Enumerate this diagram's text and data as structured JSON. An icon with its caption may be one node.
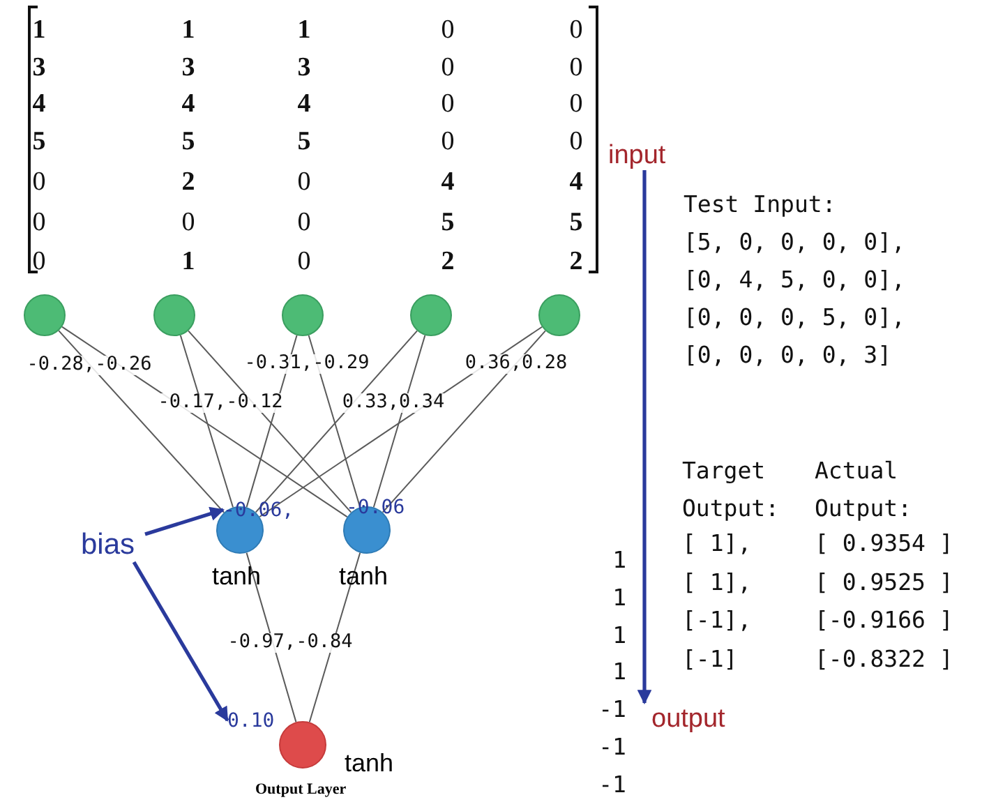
{
  "diagram": {
    "nodes": [
      {
        "text": [],
        "shape": "circle"
      },
      {
        "text": [],
        "shape": "circle"
      },
      {
        "text": [],
        "shape": "circle"
      },
      {
        "text": [],
        "shape": "circle"
      },
      {
        "text": [],
        "shape": "circle"
      },
      {
        "text": [],
        "shape": "circle",
        "beside": [
          "tanh"
        ]
      },
      {
        "text": [],
        "shape": "circle",
        "beside": [
          "tanh"
        ]
      },
      {
        "text": [],
        "shape": "circle",
        "beside": [
          "tanh",
          "Output Layer"
        ]
      },
      {
        "text": [
          "bias"
        ]
      },
      {
        "text": [
          "-0.06,"
        ]
      },
      {
        "text": [
          "0.10"
        ]
      },
      {
        "text": [
          "input"
        ]
      },
      {
        "text": [
          "output"
        ]
      }
    ],
    "edges": [
      {
        "from": 0,
        "to": 5,
        "arrow": "none"
      },
      {
        "from": 0,
        "to": 6,
        "arrow": "none"
      },
      {
        "from": 1,
        "to": 5,
        "arrow": "none"
      },
      {
        "from": 1,
        "to": 6,
        "arrow": "none"
      },
      {
        "from": 2,
        "to": 5,
        "arrow": "none"
      },
      {
        "from": 2,
        "to": 6,
        "arrow": "none"
      },
      {
        "from": 3,
        "to": 5,
        "arrow": "none"
      },
      {
        "from": 3,
        "to": 6,
        "arrow": "none"
      },
      {
        "from": 4,
        "to": 5,
        "arrow": "none"
      },
      {
        "from": 4,
        "to": 6,
        "arrow": "none"
      },
      {
        "from": 5,
        "to": 7,
        "arrow": "none"
      },
      {
        "from": 6,
        "to": 7,
        "arrow": "none"
      },
      {
        "from": 8,
        "to": 9,
        "arrow": "to",
        "style": "thick",
        "color": "#2a3a9c"
      },
      {
        "from": 8,
        "to": 10,
        "arrow": "to",
        "style": "thick",
        "color": "#2a3a9c"
      },
      {
        "from": 11,
        "to": 12,
        "arrow": "to",
        "style": "thick",
        "color": "#2a3a9c"
      }
    ],
    "labels": [
      "1",
      "1",
      "1",
      "0",
      "0",
      "3",
      "3",
      "3",
      "0",
      "0",
      "4",
      "4",
      "4",
      "0",
      "0",
      "5",
      "5",
      "5",
      "0",
      "0",
      "0",
      "2",
      "0",
      "4",
      "4",
      "0",
      "0",
      "0",
      "5",
      "5",
      "0",
      "1",
      "0",
      "2",
      "2",
      "-0.28,-0.26",
      "-0.31,-0.29",
      "0.36,0.28",
      "-0.17,-0.12",
      "0.33,0.34",
      "-0.06",
      "-0.97,-0.84",
      "Test Input:",
      "[5, 0, 0, 0, 0],",
      "[0, 4, 5, 0, 0],",
      "[0, 0, 0, 5, 0],",
      "[0, 0, 0, 0, 3]",
      "Target",
      "Actual",
      "Output:",
      "Output:",
      "[ 1],",
      "[ 0.9354 ]",
      "[ 1],",
      "[ 0.9525 ]",
      "[-1],",
      "[-0.9166 ]",
      "[-1]",
      "[-0.8322 ]",
      "1",
      "1",
      "1",
      "1",
      "-1",
      "-1",
      "-1"
    ]
  }
}
